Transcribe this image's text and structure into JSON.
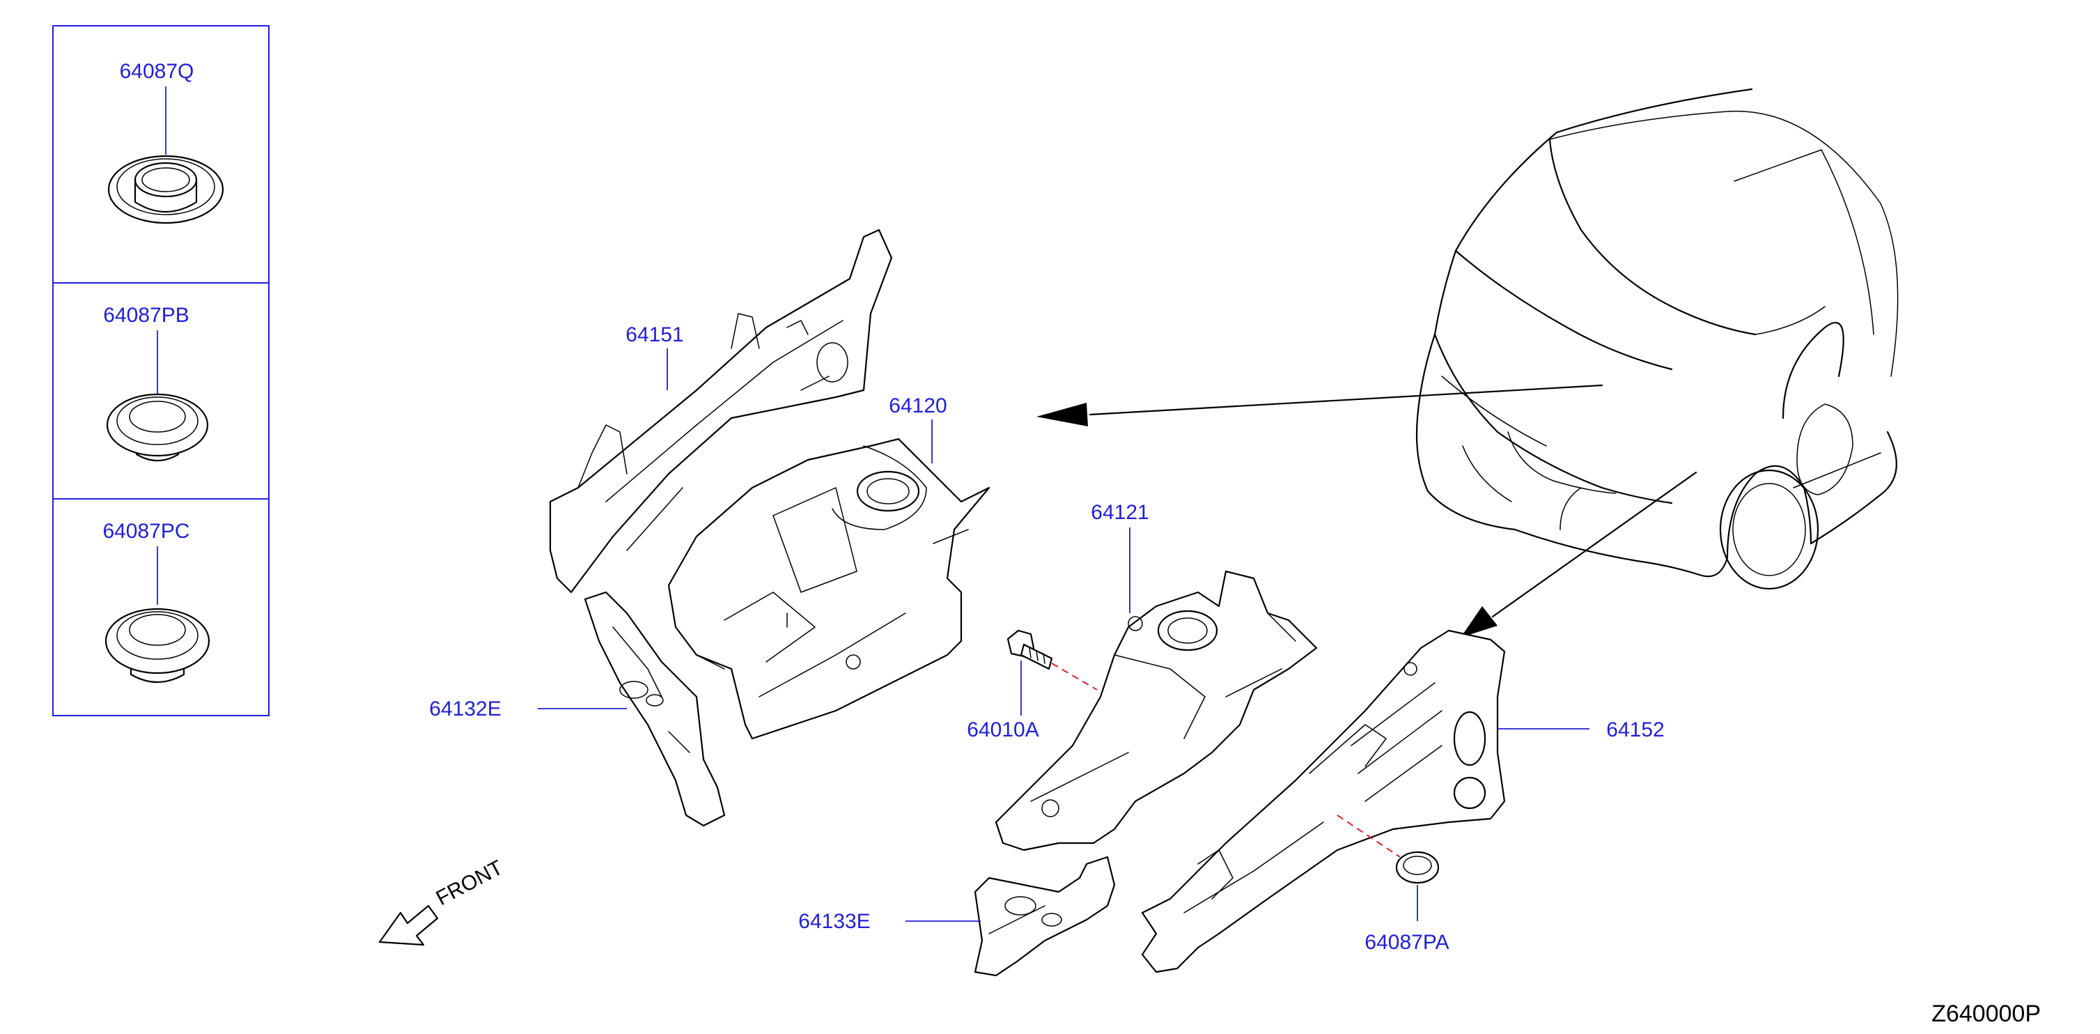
{
  "diagram_code": "Z640000P",
  "front_label": "FRONT",
  "inset_parts": [
    {
      "part_no": "64087Q"
    },
    {
      "part_no": "64087PB"
    },
    {
      "part_no": "64087PC"
    }
  ],
  "parts": {
    "p64151": "64151",
    "p64120": "64120",
    "p64121": "64121",
    "p64010A": "64010A",
    "p64132E": "64132E",
    "p64152": "64152",
    "p64133E": "64133E",
    "p64087PA": "64087PA"
  },
  "colors": {
    "callout_text": "#1f1fd6",
    "leader_line": "#1f1fd6",
    "dashed_guide": "#e0202a",
    "line_art": "#000000"
  }
}
